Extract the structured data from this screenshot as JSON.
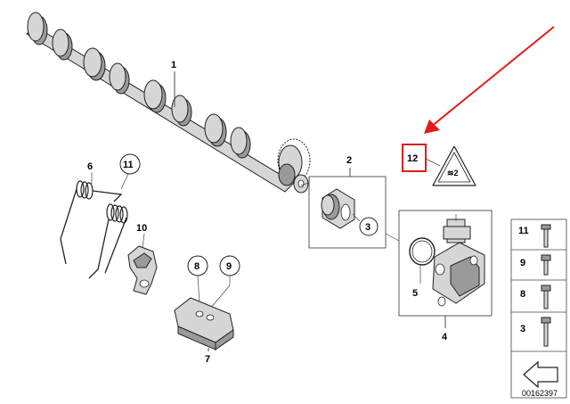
{
  "labels": {
    "camshaft": "1",
    "bearing_assembly": "2",
    "bearing_callout": "3",
    "sensor_assembly": "4",
    "o_ring": "5",
    "spring": "6",
    "bracket": "7",
    "bracket_callout_8": "8",
    "bracket_callout_9": "9",
    "rocker": "10",
    "spring_callout": "11",
    "warning_sticker": "12"
  },
  "fastener_table": [
    {
      "label": "11"
    },
    {
      "label": "9"
    },
    {
      "label": "8"
    },
    {
      "label": "3"
    }
  ],
  "document_number": "00162397",
  "highlight_color": "#e31b1b"
}
